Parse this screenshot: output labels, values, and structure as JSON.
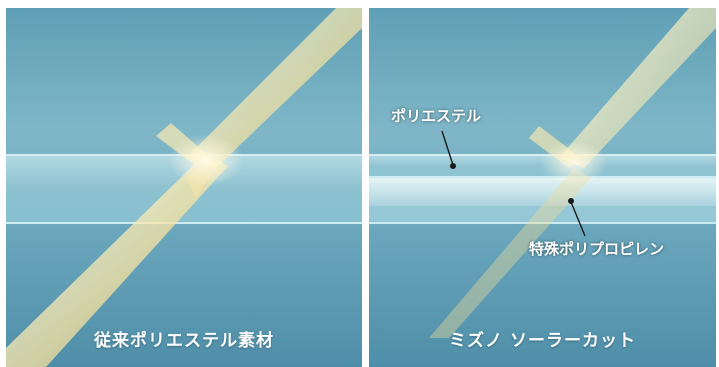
{
  "left_panel": {
    "caption": "従来ポリエステル素材"
  },
  "right_panel": {
    "caption": "ミズノ ソーラーカット",
    "labels": {
      "polyester": "ポリエステル",
      "special_polypropylene": "特殊ポリプロピレン"
    }
  },
  "colors": {
    "water_top": "#5f9fb5",
    "water_bottom": "#4f8ea8",
    "light_beam": "#f3e2a6",
    "caption_text": "#ffffff"
  }
}
